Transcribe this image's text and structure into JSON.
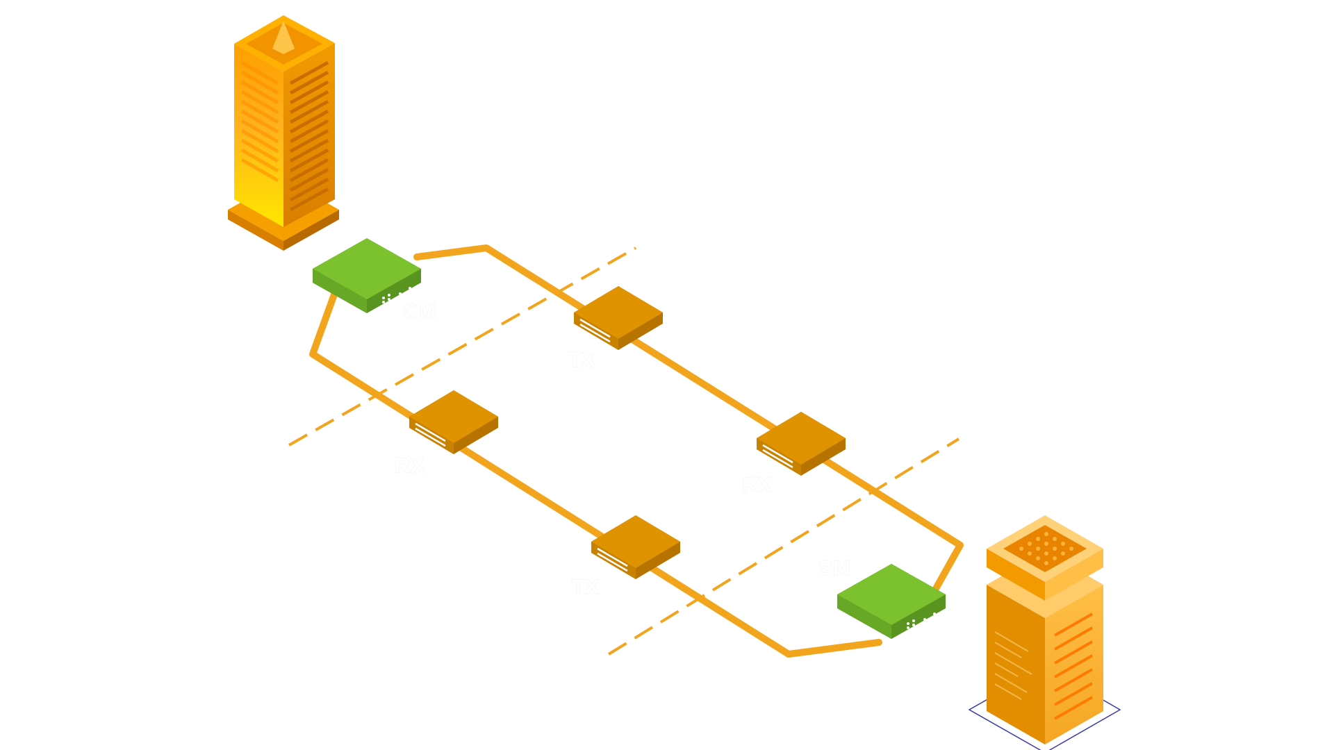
{
  "diagram": {
    "nodes": {
      "cm": {
        "label": "CM",
        "color": "#72b52e"
      },
      "tx_top": {
        "label": "TX",
        "color": "#d88f00"
      },
      "rx_left": {
        "label": "RX",
        "color": "#d88f00"
      },
      "rx_right": {
        "label": "RX",
        "color": "#d88f00"
      },
      "tx_bottom": {
        "label": "TX",
        "color": "#d88f00"
      },
      "sm": {
        "label": "SM",
        "color": "#72b52e"
      }
    },
    "link_color": "#f2a51c",
    "boundary_color": "#f2a51c"
  }
}
